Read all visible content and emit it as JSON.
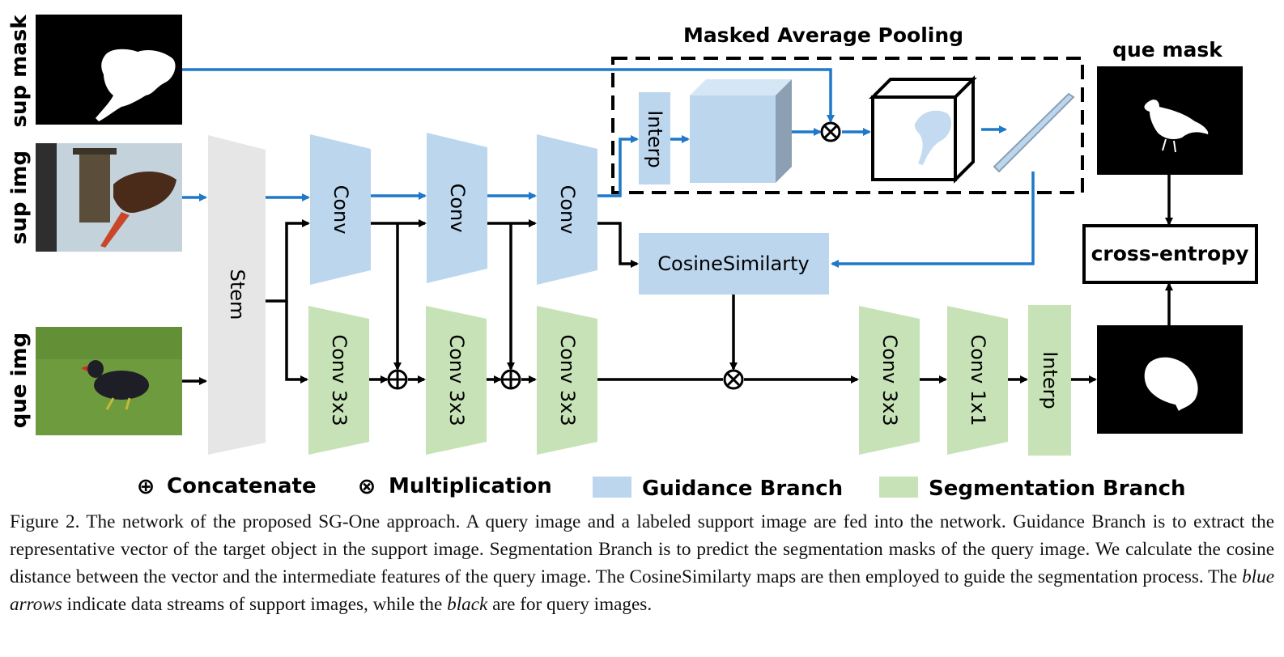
{
  "diagram": {
    "labels": {
      "sup_mask": "sup mask",
      "sup_img": "sup img",
      "que_img": "que img",
      "que_mask": "que mask",
      "map_title": "Masked Average Pooling",
      "stem": "Stem",
      "conv": "Conv",
      "conv3x3": "Conv 3x3",
      "conv1x1": "Conv 1x1",
      "interp": "Interp",
      "cosine": "CosineSimilarty",
      "cross_entropy": "cross-entropy"
    },
    "legend": {
      "concat_symbol": "⊕",
      "concat": "Concatenate",
      "mult_symbol": "⊗",
      "mult": "Multiplication",
      "guidance": "Guidance Branch",
      "segmentation": "Segmentation Branch"
    },
    "colors": {
      "guidance": "#bcd6ee",
      "segmentation": "#c6e2b6",
      "stem": "#e6e6e6",
      "blue_arrow": "#1f78c8",
      "black_arrow": "#000000"
    }
  },
  "caption": {
    "p1": "Figure 2. The network of the proposed SG-One approach. A query image and a labeled support image are fed into the network. Guidance Branch is to extract the representative vector of the target object in the support image. Segmentation Branch is to predict the segmentation masks of the query image.  We calculate the cosine distance between the vector and the intermediate features of the query image.  The CosineSimilarty maps are then employed to guide the segmentation process.  The ",
    "italic1": "blue arrows",
    "p2": " indicate data streams of support images, while the ",
    "italic2": "black",
    "p3": " are for query images."
  }
}
